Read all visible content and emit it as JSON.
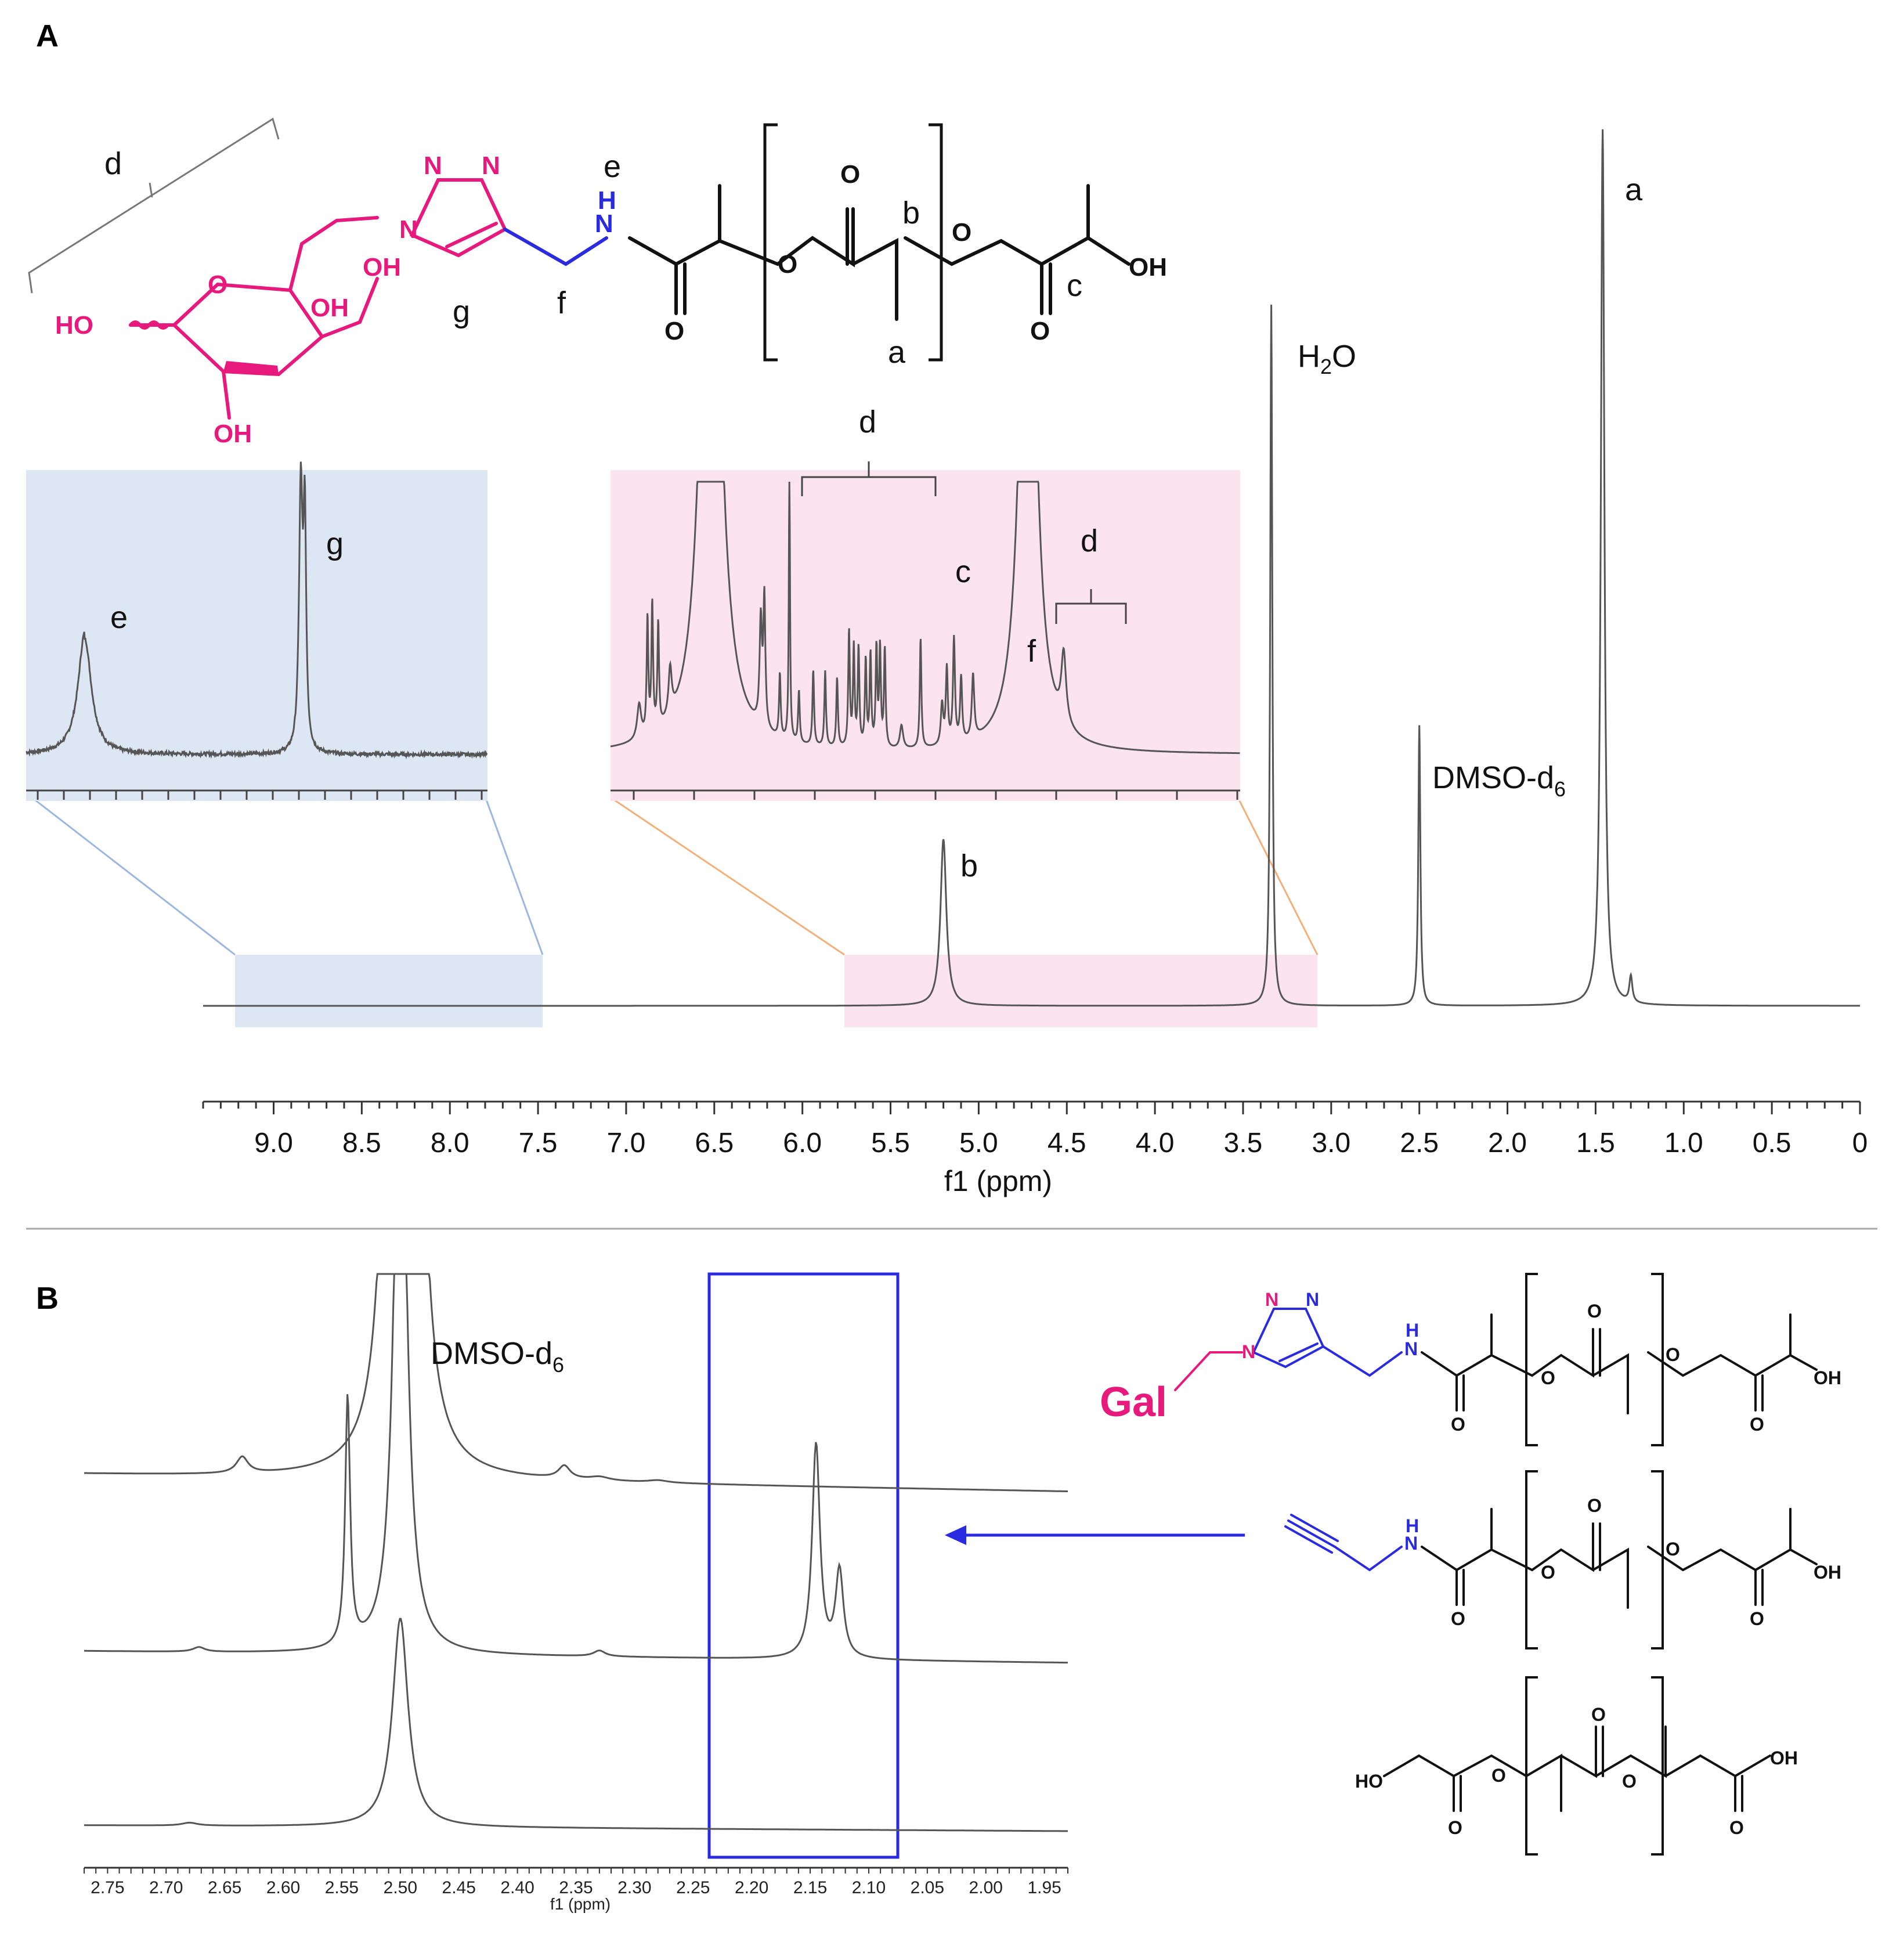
{
  "panels": {
    "a": "A",
    "b": "B"
  },
  "colors": {
    "sugar": "#e8197d",
    "linker": "#2a2ae0",
    "spectrum": "#555555",
    "inset_blue_bg": "#dde6f3",
    "inset_pink_bg": "#fbe4ee",
    "box": "#2a2ae0"
  },
  "chart_data": [
    {
      "type": "line",
      "name": "panel-A-1H-NMR",
      "xlabel": "f1 (ppm)",
      "xlim": [
        9.4,
        0
      ],
      "x_reversed": true,
      "xticks": [
        "9.0",
        "8.5",
        "8.0",
        "7.5",
        "7.0",
        "6.5",
        "6.0",
        "5.5",
        "5.0",
        "4.5",
        "4.0",
        "3.5",
        "3.0",
        "2.5",
        "2.0",
        "1.5",
        "1.0",
        "0.5",
        "0"
      ],
      "peaks": [
        {
          "label": "a",
          "ppm": 1.46,
          "rel_height": 1.0
        },
        {
          "label": "H2O",
          "ppm": 3.34,
          "rel_height": 0.8
        },
        {
          "label": "DMSO-d6",
          "ppm": 2.5,
          "rel_height": 0.32
        },
        {
          "label": "b",
          "ppm": 5.2,
          "rel_height": 0.19
        },
        {
          "label": "",
          "ppm": 1.3,
          "rel_height": 0.03
        }
      ],
      "insets": [
        {
          "range_ppm": [
            9.15,
            7.42
          ],
          "labels": [
            "e",
            "g"
          ]
        },
        {
          "range_ppm": [
            5.72,
            3.08
          ],
          "labels": [
            "d",
            "c",
            "f",
            "d"
          ]
        }
      ]
    },
    {
      "type": "line",
      "name": "panel-B-1H-NMR-stack",
      "xlabel": "f1 (ppm)",
      "xlim": [
        2.77,
        1.93
      ],
      "x_reversed": true,
      "xticks": [
        "2.75",
        "2.70",
        "2.65",
        "2.60",
        "2.55",
        "2.50",
        "2.45",
        "2.40",
        "2.35",
        "2.30",
        "2.25",
        "2.20",
        "2.15",
        "2.10",
        "2.05",
        "2.00",
        "1.95"
      ],
      "highlight_range_ppm": [
        2.23,
        2.07
      ],
      "traces": [
        {
          "position": "top",
          "peaks_ppm": [
            2.635,
            2.5,
            2.36
          ]
        },
        {
          "position": "middle",
          "peaks_ppm": [
            2.545,
            2.5,
            2.145,
            2.125
          ]
        },
        {
          "position": "bottom",
          "peaks_ppm": [
            2.5
          ]
        }
      ]
    }
  ],
  "labels": {
    "a": "a",
    "b": "b",
    "c": "c",
    "d": "d",
    "e": "e",
    "f": "f",
    "g": "g",
    "h2o": "H",
    "h2o_sub": "2",
    "h2o_tail": "O",
    "dmso": "DMSO-d",
    "dmso_sub": "6"
  },
  "chem": {
    "oh": "OH",
    "ho": "HO",
    "o": "O",
    "n": "N",
    "h": "H",
    "gal": "Gal"
  }
}
